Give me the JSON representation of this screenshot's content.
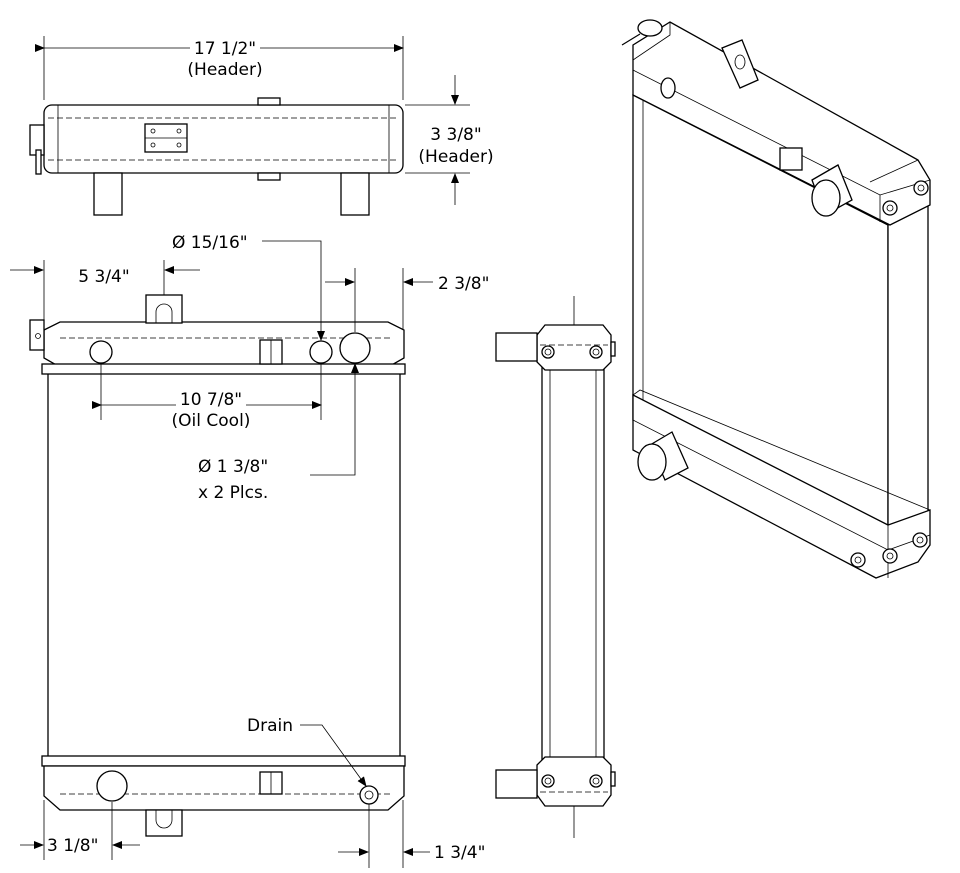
{
  "top_view": {
    "header_width": "17 1/2\"",
    "header_width_note": "(Header)",
    "header_depth": "3 3/8\"",
    "header_depth_note": "(Header)"
  },
  "front_view": {
    "left_offset": "5 3/4\"",
    "small_port_dia": "Ø 15/16\"",
    "right_offset": "2 3/8\"",
    "oil_cool_spacing": "10 7/8\"",
    "oil_cool_note": "(Oil Cool)",
    "large_port_dia": "Ø 1 3/8\"",
    "large_port_qty": "x 2 Plcs.",
    "drain_label": "Drain",
    "bottom_left_offset": "3 1/8\"",
    "bottom_right_offset": "1 3/4\""
  }
}
